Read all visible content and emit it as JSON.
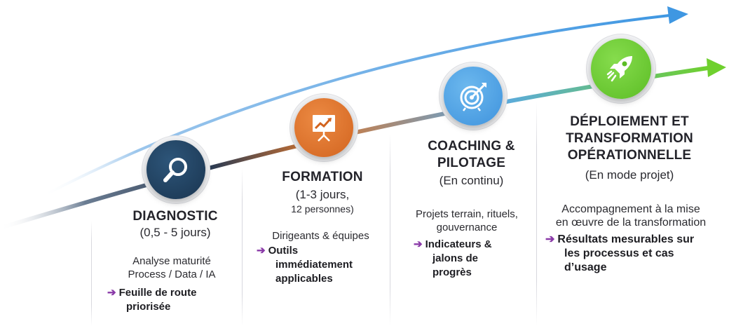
{
  "colors": {
    "dark_navy": "#1f3e5e",
    "orange": "#e0722b",
    "light_blue": "#4ea6e8",
    "green": "#6ccb35",
    "purple_arrow": "#8a3aa8"
  },
  "steps": [
    {
      "icon": "magnifier-icon",
      "title": "DIAGNOSTIC",
      "subtitle": "(0,5 - 5 jours)",
      "description_lines": [
        "Analyse maturité",
        "Process / Data / IA"
      ],
      "result_lines": [
        "Feuille de route",
        "priorisée"
      ]
    },
    {
      "icon": "presentation-board-icon",
      "title": "FORMATION",
      "subtitle_lines": [
        "(1-3 jours,",
        "12 personnes)"
      ],
      "description_lines": [
        "Dirigeants & équipes"
      ],
      "result_lines": [
        "Outils",
        "immédiatement",
        "applicables"
      ]
    },
    {
      "icon": "target-icon",
      "title_lines": [
        "COACHING &",
        "PILOTAGE"
      ],
      "subtitle": "(En continu)",
      "description_lines": [
        "Projets terrain, rituels,",
        "gouvernance"
      ],
      "result_lines": [
        "Indicateurs &",
        "jalons de",
        "progrès"
      ]
    },
    {
      "icon": "rocket-icon",
      "title_lines": [
        "DÉPLOIEMENT ET",
        "TRANSFORMATION",
        "OPÉRATIONNELLE"
      ],
      "subtitle": "(En mode projet)",
      "description_lines": [
        "Accompagnement à la mise",
        "en œuvre de la transformation"
      ],
      "result_lines": [
        "Résultats mesurables sur",
        "les processus et cas",
        "d’usage"
      ]
    }
  ],
  "arrow_symbol": "➔"
}
